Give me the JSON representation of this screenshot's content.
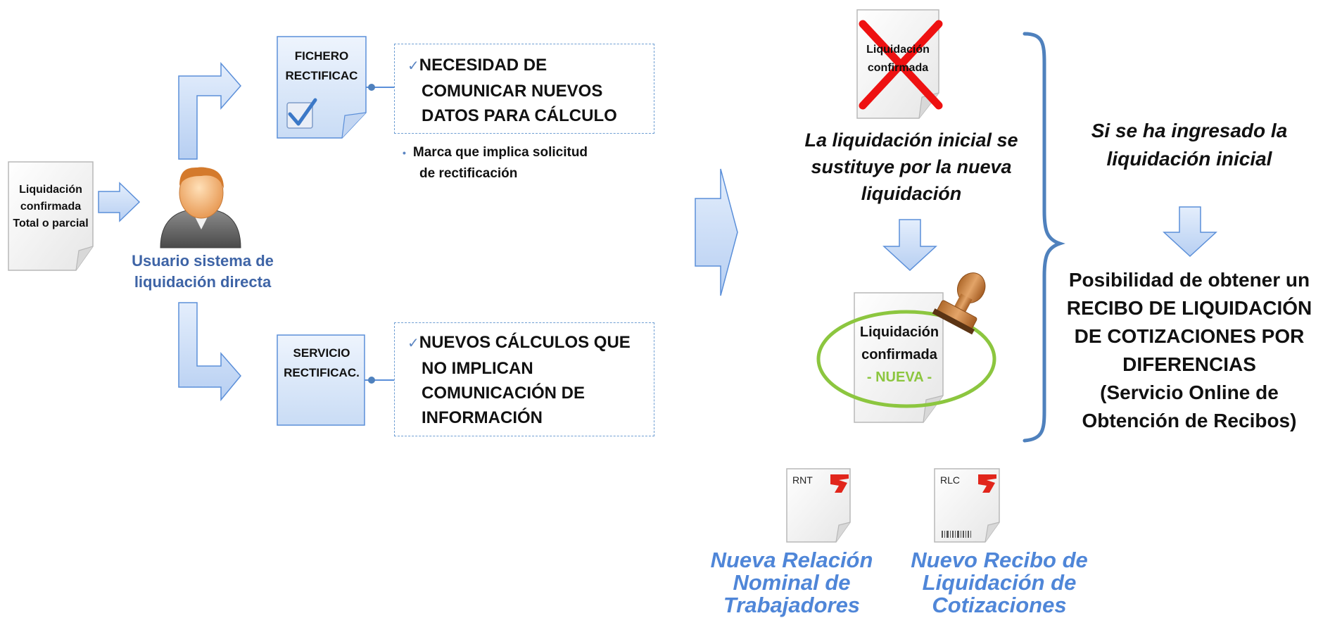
{
  "left_doc": {
    "line1": "Liquidación",
    "line2": "confirmada",
    "line3": "Total o parcial"
  },
  "user": {
    "line1": "Usuario sistema de",
    "line2": "liquidación directa"
  },
  "fichero": {
    "line1": "FICHERO",
    "line2": "RECTIFICAC"
  },
  "servicio": {
    "line1": "SERVICIO",
    "line2": "RECTIFICAC."
  },
  "box_top": {
    "check": "✓",
    "lines": [
      "NECESIDAD DE",
      "COMUNICAR NUEVOS",
      "DATOS PARA CÁLCULO"
    ]
  },
  "bullet": {
    "mark": "•",
    "line1": "Marca que implica solicitud",
    "line2": "de rectificación"
  },
  "box_bottom": {
    "check": "✓",
    "lines": [
      "NUEVOS CÁLCULOS QUE",
      "NO IMPLICAN",
      "COMUNICACIÓN DE",
      "INFORMACIÓN"
    ]
  },
  "crossed_doc": {
    "line1": "Liquidación",
    "line2": "confirmada"
  },
  "replace_text": {
    "line1": "La liquidación inicial se",
    "line2": "sustituye por la nueva",
    "line3": "liquidación"
  },
  "new_doc": {
    "line1": "Liquidación",
    "line2": "confirmada",
    "line3": "- NUEVA -"
  },
  "right_text": {
    "italic1": "Si se ha ingresado la",
    "italic2": "liquidación inicial",
    "lines": [
      "Posibilidad de obtener un",
      "RECIBO DE LIQUIDACIÓN",
      "DE COTIZACIONES POR",
      "DIFERENCIAS",
      "(Servicio Online de",
      "Obtención de Recibos)"
    ]
  },
  "rnt": {
    "code": "RNT",
    "lines": [
      "Nueva Relación",
      "Nominal de",
      "Trabajadores"
    ]
  },
  "rlc": {
    "code": "RLC",
    "lines": [
      "Nuevo Recibo de",
      "Liquidación de",
      "Cotizaciones"
    ]
  },
  "colors": {
    "arrow_fill": "#cfe0f7",
    "arrow_stroke": "#5b8fd9",
    "brace": "#4f81bd",
    "cross": "#ee1111",
    "green_ellipse": "#8cc63f",
    "nueva": "#8cc63f",
    "user_label": "#3e64a6",
    "bottom_label": "#4f86d8",
    "logo_red": "#e1251b"
  },
  "icons": [
    "document-icon",
    "user-icon",
    "checkbox-icon",
    "stamp-icon",
    "arrow-icon",
    "brace-icon",
    "cross-icon",
    "logo-icon",
    "barcode-icon"
  ]
}
